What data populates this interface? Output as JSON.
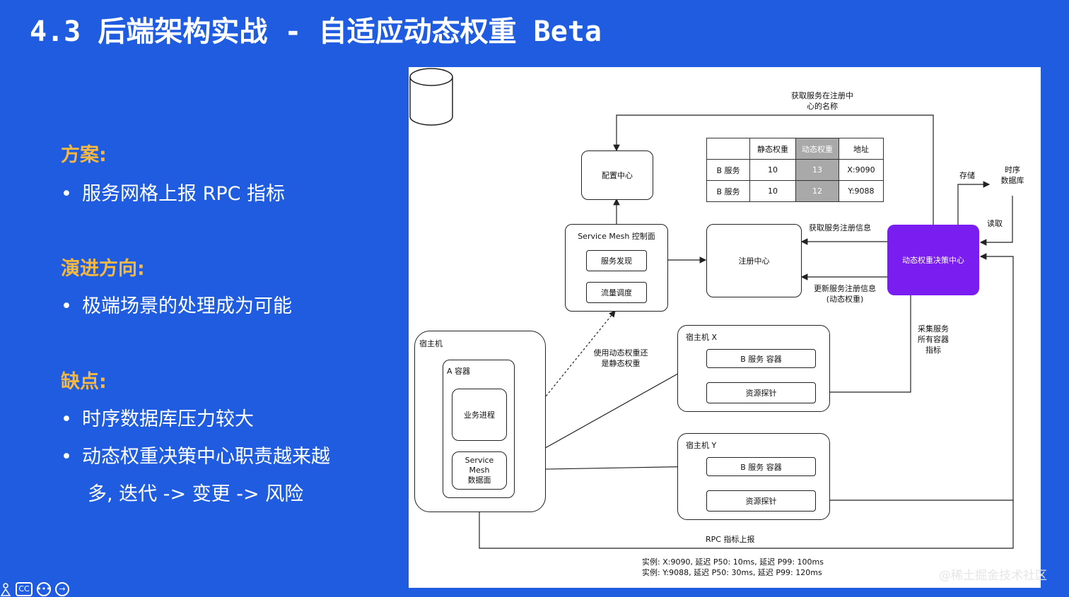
{
  "slide": {
    "title": "4.3 后端架构实战 - 自适应动态权重 Beta",
    "sections": [
      {
        "heading": "方案:",
        "bullets": [
          "服务网格上报 RPC 指标"
        ]
      },
      {
        "heading": "演进方向:",
        "bullets": [
          "极端场景的处理成为可能"
        ]
      },
      {
        "heading": "缺点:",
        "bullets": [
          "时序数据库压力较大",
          "动态权重决策中心职责越来越"
        ],
        "continuation": "多, 迭代 -> 变更 -> 风险"
      }
    ],
    "bullet_symbol": "•",
    "watermark": "@稀土掘金技术社区"
  },
  "diagram": {
    "config_center": "配置中心",
    "service_mesh_control": "Service Mesh 控制面",
    "service_discovery": "服务发现",
    "traffic_dispatch": "流量调度",
    "registry": "注册中心",
    "decision_center": "动态权重决策中心",
    "tsdb": "时序\n数据库",
    "host": "宿主机",
    "container_a": "A 容器",
    "business_process": "业务进程",
    "mesh_data_plane": "Service\nMesh\n数据面",
    "host_x": "宿主机 X",
    "host_y": "宿主机 Y",
    "b_container": "B 服务 容器",
    "resource_probe": "资源探针",
    "labels": {
      "get_name": "获取服务在注册中\n心的名称",
      "store": "存储",
      "read": "读取",
      "get_reg_info": "获取服务注册信息",
      "update_reg_info": "更新服务注册信息\n(动态权重)",
      "collect_metrics": "采集服务\n所有容器\n指标",
      "use_weight": "使用动态权重还\n是静态权重",
      "rpc_report": "RPC 指标上报",
      "instance_x": "实例: X:9090, 延迟 P50: 10ms, 延迟 P99: 100ms",
      "instance_y": "实例: Y:9088, 延迟 P50: 30ms, 延迟 P99: 120ms"
    },
    "table": {
      "headers": [
        "",
        "静态权重",
        "动态权重",
        "地址"
      ],
      "rows": [
        [
          "B 服务",
          "10",
          "13",
          "X:9090"
        ],
        [
          "B 服务",
          "10",
          "12",
          "Y:9088"
        ]
      ]
    },
    "colors": {
      "background": "#1f5ce0",
      "heading": "#f5b841",
      "decision": "#7a1df0",
      "highlight_cell": "#a9a9a9"
    }
  },
  "toolbar": {
    "icons": [
      "person-icon",
      "cc-icon",
      "more-icon",
      "next-icon"
    ],
    "cc_label": "CC",
    "more_label": "•••",
    "next_label": "→"
  }
}
